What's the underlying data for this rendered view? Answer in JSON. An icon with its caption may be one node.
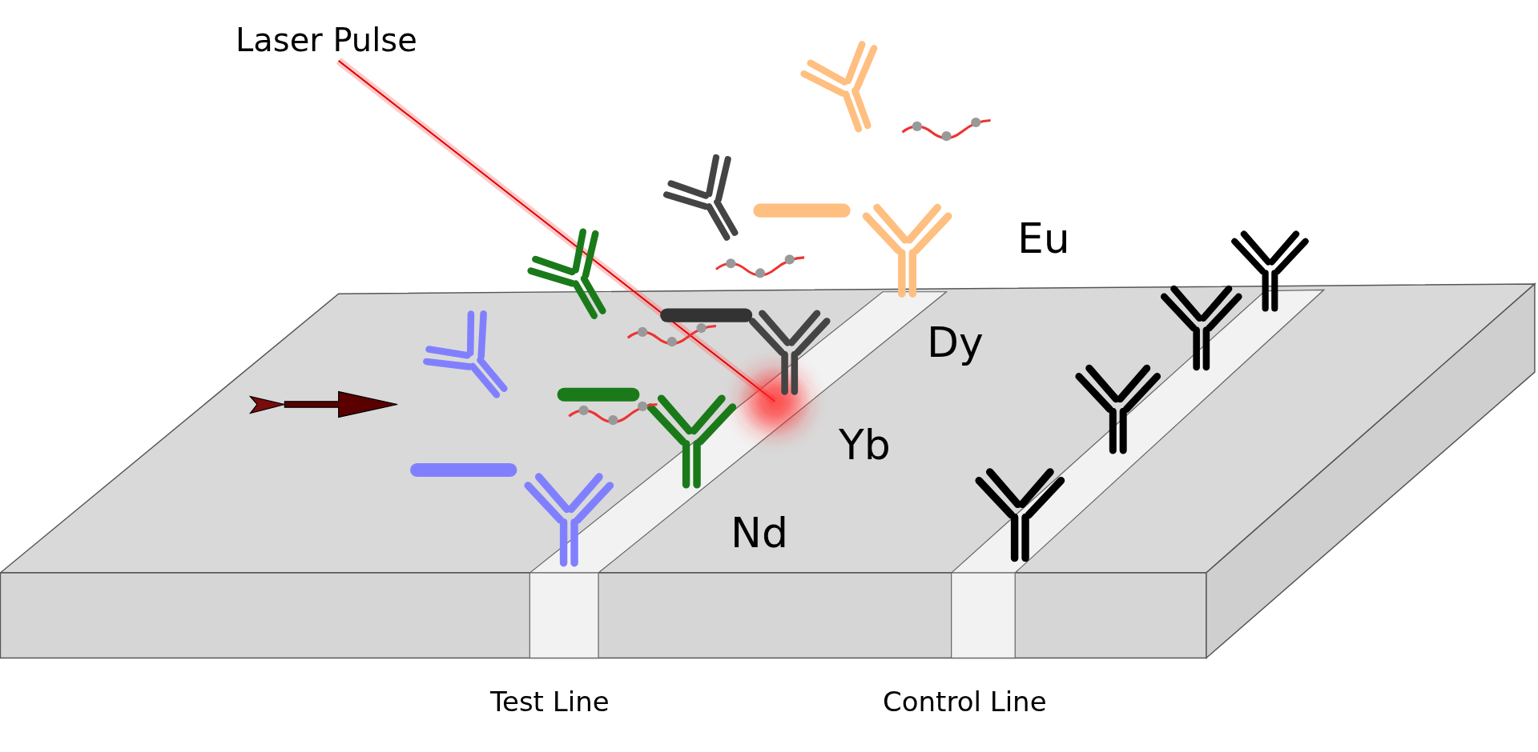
{
  "diagram": {
    "labels": [
      "Laser Pulse",
      "Eu",
      "Dy",
      "Yb",
      "Nd",
      "Test Line",
      "Control Line"
    ]
  }
}
